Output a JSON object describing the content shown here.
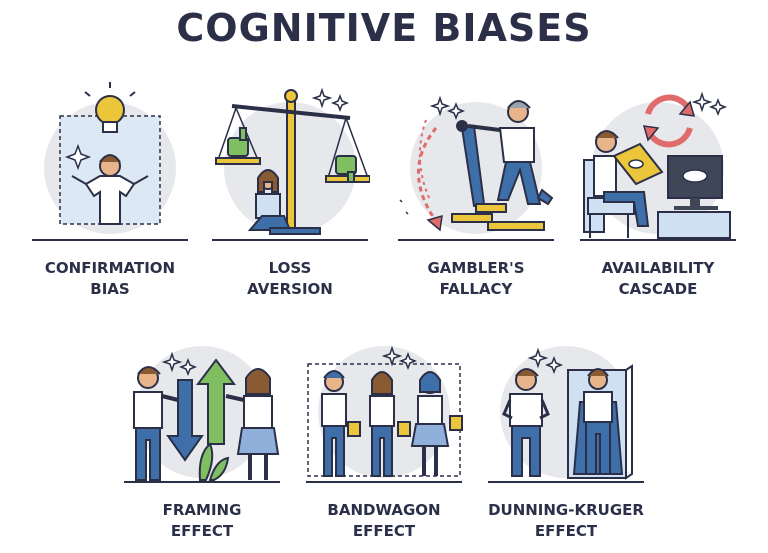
{
  "title": "COGNITIVE BIASES",
  "colors": {
    "outline": "#2b3048",
    "circle": "#e7e8eb",
    "skin": "#e8b489",
    "hair": "#8a5a32",
    "shirt": "#ffffff",
    "pants": "#3f6fa8",
    "gold": "#ecc63a",
    "green": "#7fbf62",
    "red": "#e06b6b",
    "light_blue": "#cfe0f3",
    "skirt": "#8fb0db"
  },
  "biases": [
    {
      "line1": "CONFIRMATION",
      "line2": "BIAS",
      "icon": "lightbulb-person-icon"
    },
    {
      "line1": "LOSS",
      "line2": "AVERSION",
      "icon": "scale-thumbs-icon"
    },
    {
      "line1": "GAMBLER'S",
      "line2": "FALLACY",
      "icon": "slot-lever-coins-icon"
    },
    {
      "line1": "AVAILABILITY",
      "line2": "CASCADE",
      "icon": "reader-cycle-tv-icon"
    },
    {
      "line1": "FRAMING",
      "line2": "EFFECT",
      "icon": "arrows-two-people-icon"
    },
    {
      "line1": "BANDWAGON",
      "line2": "EFFECT",
      "icon": "crowd-following-icon"
    },
    {
      "line1": "DUNNING-KRUGER",
      "line2": "EFFECT",
      "icon": "mirror-superhero-icon"
    }
  ]
}
